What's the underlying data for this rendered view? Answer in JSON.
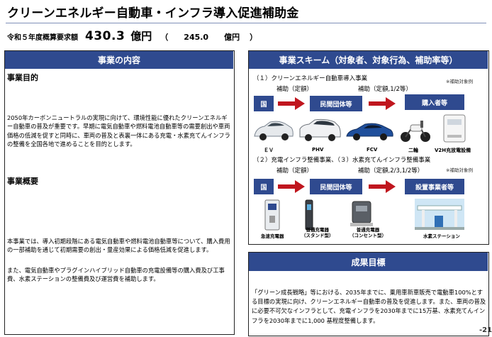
{
  "title": "クリーンエネルギー自動車・インフラ導入促進補助金",
  "budget": {
    "label": "令和５年度概算要求額",
    "amount": "430.3",
    "unit": "億円",
    "open_paren": "（",
    "prev_amount": "245.0",
    "prev_unit": "億円",
    "close_paren": "）"
  },
  "left": {
    "header": "事業の内容",
    "purpose_heading": "事業目的",
    "purpose_text": "2050年カーボンニュートラルの実現に向けて、環境性能に優れたクリーンエネルギー自動車の普及が重要です。早期に電気自動車や燃料電池自動車等の需要創出や車両価格の低減を促すと同時に、車両の普及と表裏一体にある充電・水素充てんインフラの整備を全国各地で進めることを目的とします。",
    "overview_heading": "事業概要",
    "overview_text_1": "本事業では、導入初期段階にある電気自動車や燃料電池自動車等について、購入費用の一部補助を通じて初期需要の創出・量産効果による価格低減を促進します。",
    "overview_text_2": "また、電気自動車やプラグインハイブリッド自動車の充電設備等の購入費及び工事費、水素ステーションの整備費及び運営費を補助します。"
  },
  "scheme": {
    "header": "事業スキーム（対象者、対象行為、補助率等）",
    "s1_title": "（１）クリーンエネルギー自動車導入事業",
    "note": "※補助対象例",
    "s1_sub1": "補助（定額）",
    "s1_sub2": "補助（定額,1/2等）",
    "s1_box_country": "国",
    "s1_box_org": "民間団体等",
    "s1_box_buyer": "購入者等",
    "vehicles": [
      "ＥＶ",
      "PHV",
      "FCV",
      "二輪",
      "V2H充放電設備"
    ],
    "s2_title": "（２）充電インフラ整備事業、（３）水素充てんインフラ整備事業",
    "s2_sub1": "補助（定額）",
    "s2_sub2": "補助（定額,2/3,1/2等）",
    "s2_box_country": "国",
    "s2_box_org": "民間団体等",
    "s2_box_operator": "設置事業者等",
    "infra": [
      "急速充電器",
      "普通充電器\n（スタンド型）",
      "普通充電器\n（コンセント型）",
      "水素ステーション"
    ]
  },
  "results": {
    "header": "成果目標",
    "text": "「グリーン成長戦略」等における、2035年までに、乗用車新車販売で電動車100%とする目標の実現に向け、クリーンエネルギー自動車の普及を促進します。また、車両の普及に必要不可欠なインフラとして、充電インフラを2030年までに15万基、水素充てんインフラを2030年までに1,000 基程度整備します。"
  },
  "page_number": "-21",
  "colors": {
    "header_blue": "#2f4a8f",
    "arrow_red": "#c0161e"
  }
}
